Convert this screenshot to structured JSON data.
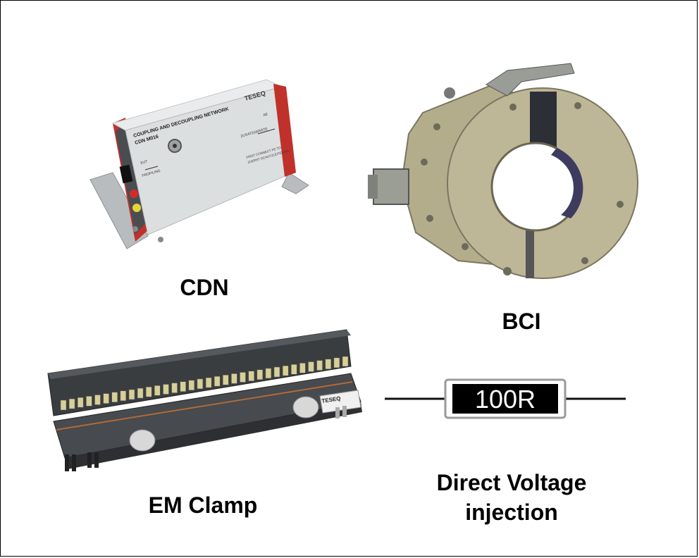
{
  "labels": {
    "cdn": "CDN",
    "bci": "BCI",
    "em_clamp": "EM Clamp",
    "direct_line1": "Direct Voltage",
    "direct_line2": "injection"
  },
  "cdn_device": {
    "brand": "TESEQ",
    "title_line1": "COUPLING AND DECOUPLING NETWORK",
    "title_line2": "CDN M016",
    "left_label": "EUT",
    "left_label2": "PROFILING",
    "right_label": "AE",
    "right_label2": "ZUSATZGERÄTE",
    "warning": "FIRST CONNECT PE TO",
    "warning2": "ZUERST SCHUTZLEITER AN"
  },
  "em_clamp_device": {
    "brand": "TESEQ"
  },
  "resistor": {
    "value": "100R"
  },
  "colors": {
    "cdn_red": "#c0312b",
    "cdn_body": "#dcdfe0",
    "bci_metal": "#b4ad8c",
    "clamp_dark": "#3a3d40",
    "clamp_contact": "#d8cf96",
    "resistor_body": "#000000"
  }
}
